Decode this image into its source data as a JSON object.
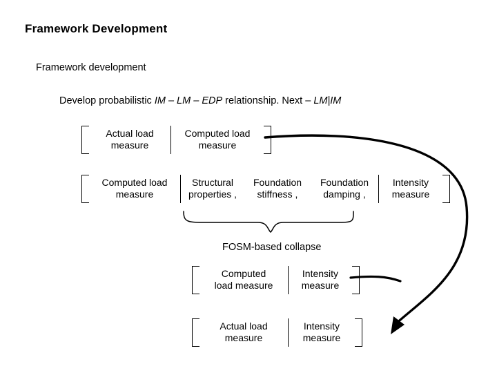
{
  "slide": {
    "title": "Framework Development",
    "subtitle": "Framework development",
    "lead_line": {
      "pre": "Develop probabilistic ",
      "italic1": "IM – LM – EDP",
      "mid": " relationship.  Next – ",
      "italic2": "LM|IM"
    },
    "fosm_label": "FOSM-based collapse",
    "matrix1": {
      "cells": [
        "Actual load\nmeasure",
        "Computed load\nmeasure"
      ]
    },
    "matrix2": {
      "cells": [
        "Computed load\nmeasure",
        "Structural\nproperties ,",
        "Foundation\nstiffness  ,",
        "Foundation\ndamping  ,",
        "Intensity\nmeasure"
      ]
    },
    "matrix3": {
      "cells": [
        "Computed\nload measure",
        "Intensity\nmeasure"
      ]
    },
    "matrix4": {
      "cells": [
        "Actual load\nmeasure",
        "Intensity\nmeasure"
      ]
    },
    "colors": {
      "ink": "#000000",
      "background": "#ffffff"
    }
  }
}
